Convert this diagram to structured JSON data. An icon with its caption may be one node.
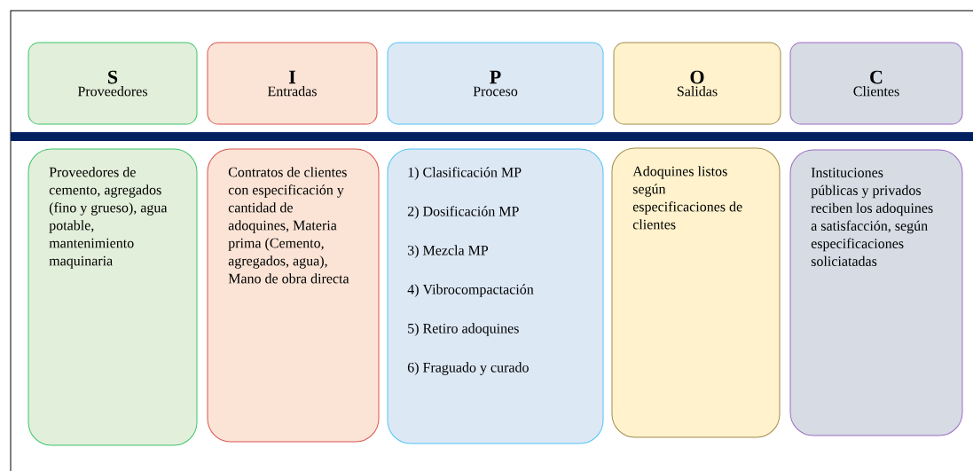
{
  "diagram": {
    "nodes": [
      {
        "text": [
          "S",
          "Proveedores"
        ]
      },
      {
        "text": [
          "I",
          "Entradas"
        ]
      },
      {
        "text": [
          "P",
          "Proceso"
        ]
      },
      {
        "text": [
          "O",
          "Salidas"
        ]
      },
      {
        "text": [
          "C",
          "Clientes"
        ]
      },
      {
        "text": [
          "Proveedores de cemento, agregados (fino y grueso), agua potable, mantenimiento maquinaria"
        ]
      },
      {
        "text": [
          "Contratos de clientes con especificación y cantidad de adoquines, Materia prima (Cemento, agregados, agua), Mano de obra directa"
        ]
      },
      {
        "text": [
          "1) Clasificación MP",
          "2) Dosificación MP",
          "3) Mezcla MP",
          "4) Vibrocompactación",
          "5) Retiro adoquines",
          "6) Fraguado y curado"
        ]
      },
      {
        "text": [
          "Adoquines listos según especificaciones de clientes"
        ]
      },
      {
        "text": [
          "Instituciones públicas y privados reciben los adoquines a satisfacción, según especificaciones soliciatadas"
        ]
      }
    ]
  }
}
